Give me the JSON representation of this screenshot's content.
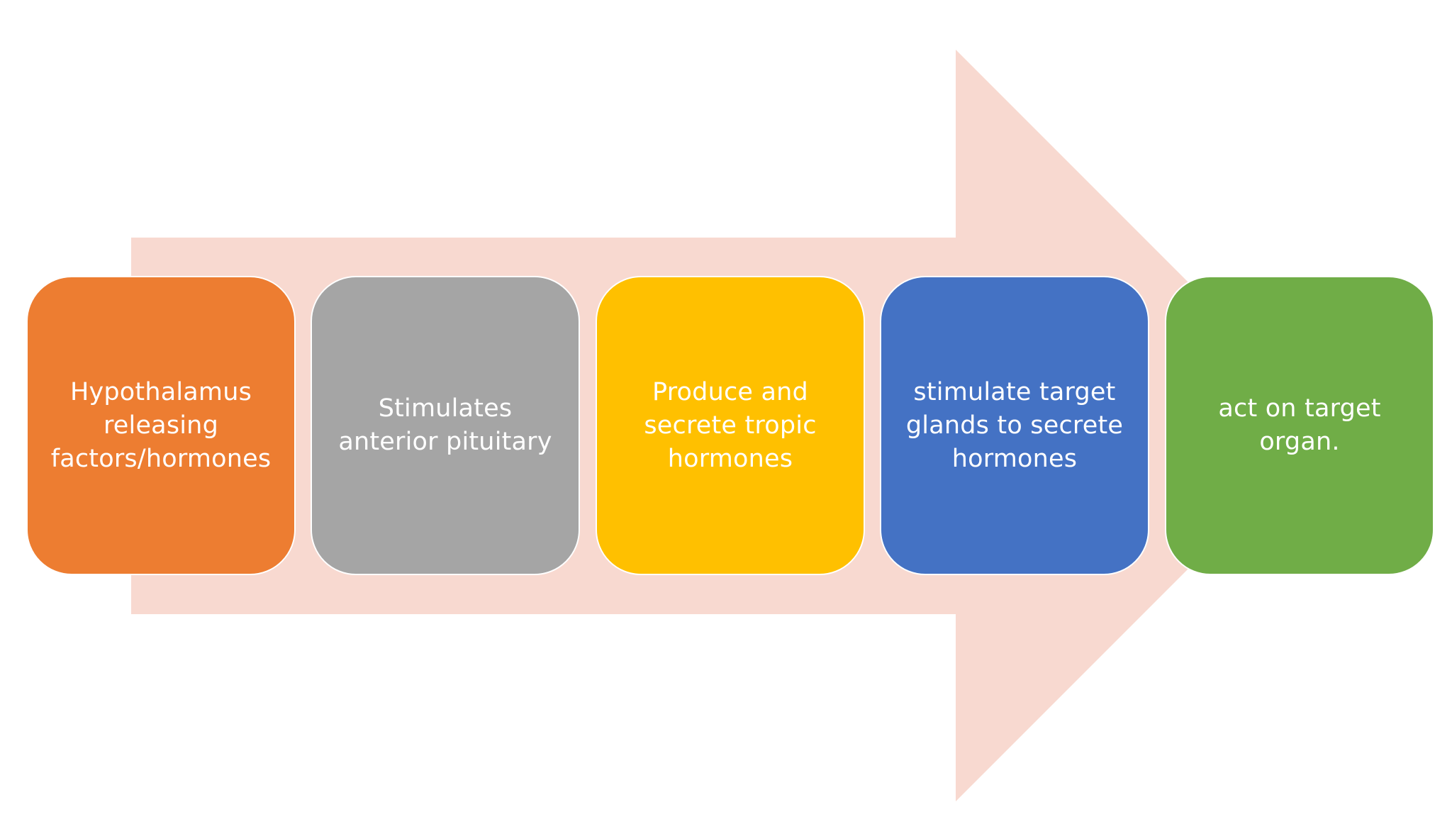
{
  "diagram": {
    "arrow_color": "#f8d9d0",
    "steps": [
      {
        "text": "Hypothalamus\nreleasing\nfactors/hormones",
        "color": "#ed7d31"
      },
      {
        "text": "Stimulates\nanterior pituitary",
        "color": "#a5a5a5"
      },
      {
        "text": "Produce and\nsecrete tropic\nhormones",
        "color": "#ffc000"
      },
      {
        "text": "stimulate target\nglands to secrete\nhormones",
        "color": "#4472c4"
      },
      {
        "text": "act on target\norgan.",
        "color": "#70ad47"
      }
    ]
  }
}
